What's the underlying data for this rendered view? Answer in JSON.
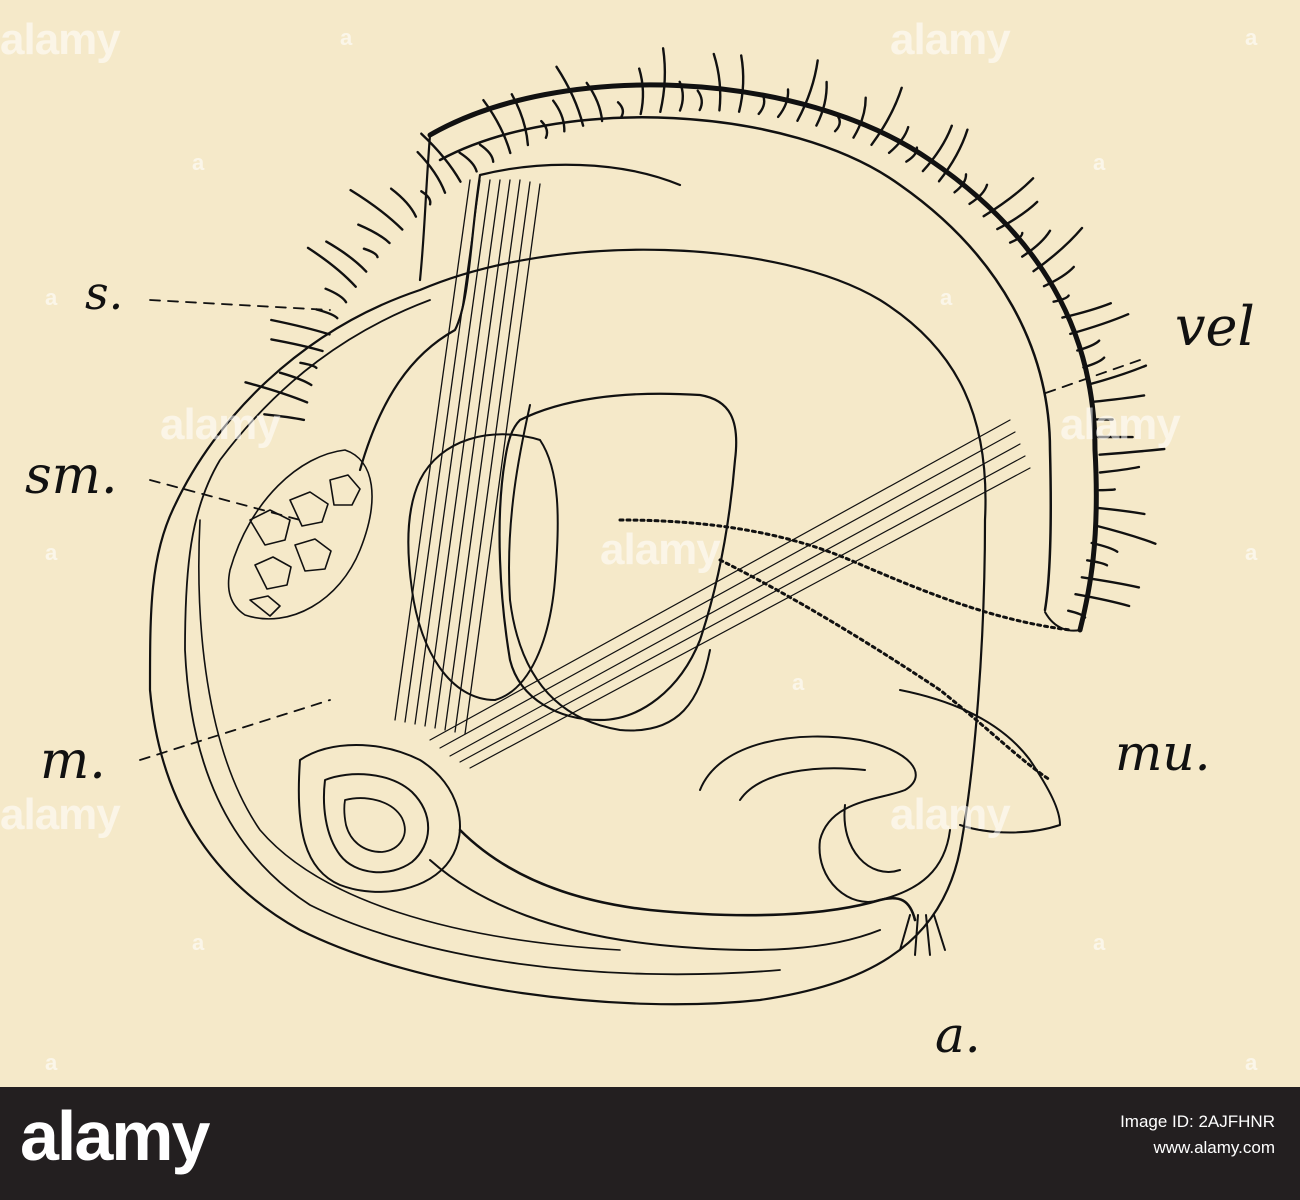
{
  "figure": {
    "labels": {
      "s": "s.",
      "vel": "vel",
      "sm": "sm.",
      "m": "m.",
      "mu": "mu.",
      "a": "a."
    },
    "watermark": {
      "text": "alamy",
      "mark": "a"
    }
  },
  "footer": {
    "logo": "alamy",
    "image_id": "Image ID: 2AJFHNR",
    "site": "www.alamy.com"
  },
  "colors": {
    "paper": "#f5e9c9",
    "ink": "#111111",
    "footer_bg": "#231f20"
  }
}
